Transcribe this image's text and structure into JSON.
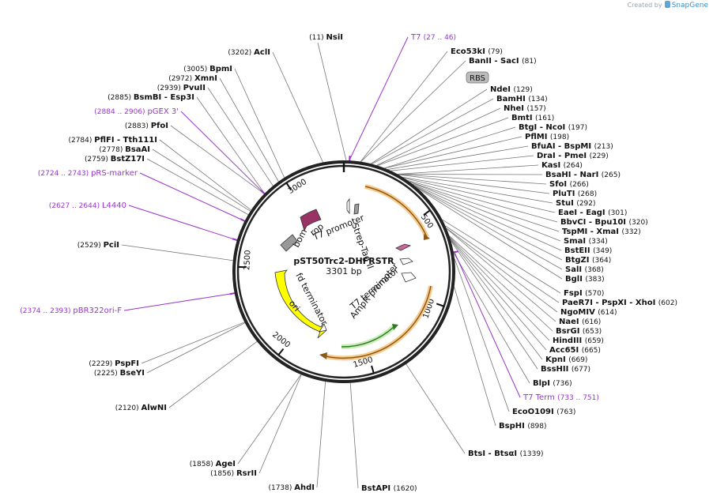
{
  "credit": {
    "prefix": "Created by",
    "brand": "SnapGene"
  },
  "plasmid": {
    "name": "pST50Trc2-DHFRSTR",
    "size_label": "3301 bp",
    "length": 3301,
    "ticks": [
      {
        "bp": 500,
        "label": "500"
      },
      {
        "bp": 1000,
        "label": "1000"
      },
      {
        "bp": 1500,
        "label": "1500"
      },
      {
        "bp": 2000,
        "label": "2000"
      },
      {
        "bp": 2500,
        "label": "2500"
      },
      {
        "bp": 3000,
        "label": "3000"
      }
    ]
  },
  "features": {
    "colors": {
      "orange": "#f2a33a",
      "green": "#70bf4c",
      "yellow": "#ffff00",
      "maroon": "#993366",
      "gray": "#999999",
      "pink": "#cc6699",
      "white": "#ffffff"
    },
    "items": [
      {
        "name": "Strep-Tag II",
        "label": "Strep-Tag II"
      },
      {
        "name": "T7 promoter",
        "label": "T7 promoter"
      },
      {
        "name": "bom",
        "label": "bom"
      },
      {
        "name": "rop",
        "label": "rop"
      },
      {
        "name": "fd terminator",
        "label": "fd terminator"
      },
      {
        "name": "ori",
        "label": "ori"
      },
      {
        "name": "T7 terminator",
        "label": "T7 terminator"
      },
      {
        "name": "AmpR promoter",
        "label": "AmpR promoter"
      }
    ]
  },
  "enzymes": [
    {
      "name": "NsiI",
      "pos": "(11)"
    },
    {
      "name": "Eco53kI",
      "pos": "(79)"
    },
    {
      "name": "BanII - SacI",
      "pos": "(81)"
    },
    {
      "name": "NdeI",
      "pos": "(129)"
    },
    {
      "name": "BamHI",
      "pos": "(134)"
    },
    {
      "name": "NheI",
      "pos": "(157)"
    },
    {
      "name": "BmtI",
      "pos": "(161)"
    },
    {
      "name": "BtgI - NcoI",
      "pos": "(197)"
    },
    {
      "name": "PflMI",
      "pos": "(198)"
    },
    {
      "name": "BfuAI - BspMI",
      "pos": "(213)"
    },
    {
      "name": "DraI - PmeI",
      "pos": "(229)"
    },
    {
      "name": "KasI",
      "pos": "(264)"
    },
    {
      "name": "BsaHI - NarI",
      "pos": "(265)"
    },
    {
      "name": "SfoI",
      "pos": "(266)"
    },
    {
      "name": "PluTI",
      "pos": "(268)"
    },
    {
      "name": "StuI",
      "pos": "(292)"
    },
    {
      "name": "EaeI - EagI",
      "pos": "(301)"
    },
    {
      "name": "BbvCI - Bpu10I",
      "pos": "(320)"
    },
    {
      "name": "TspMI - XmaI",
      "pos": "(332)"
    },
    {
      "name": "SmaI",
      "pos": "(334)"
    },
    {
      "name": "BstEII",
      "pos": "(349)"
    },
    {
      "name": "BtgZI",
      "pos": "(364)"
    },
    {
      "name": "SalI",
      "pos": "(368)"
    },
    {
      "name": "BglI",
      "pos": "(383)"
    },
    {
      "name": "FspI",
      "pos": "(570)"
    },
    {
      "name": "PaeR7I - PspXI - XhoI",
      "pos": "(602)"
    },
    {
      "name": "NgoMIV",
      "pos": "(614)"
    },
    {
      "name": "NaeI",
      "pos": "(616)"
    },
    {
      "name": "BsrGI",
      "pos": "(653)"
    },
    {
      "name": "HindIII",
      "pos": "(659)"
    },
    {
      "name": "Acc65I",
      "pos": "(665)"
    },
    {
      "name": "KpnI",
      "pos": "(669)"
    },
    {
      "name": "BssHII",
      "pos": "(677)"
    },
    {
      "name": "BlpI",
      "pos": "(736)"
    },
    {
      "name": "EcoO109I",
      "pos": "(763)"
    },
    {
      "name": "BspHI",
      "pos": "(898)"
    },
    {
      "name": "BtsI - BtsαI",
      "pos": "(1339)"
    },
    {
      "name": "BstAPI",
      "pos": "(1620)"
    },
    {
      "name": "AhdI",
      "pos": "(1738)"
    },
    {
      "name": "AgeI",
      "pos": "(1858)"
    },
    {
      "name": "RsrII",
      "pos": "(1856)"
    },
    {
      "name": "AlwNI",
      "pos": "(2120)"
    },
    {
      "name": "PspFI",
      "pos": "(2229)"
    },
    {
      "name": "BseYI",
      "pos": "(2225)"
    },
    {
      "name": "PciI",
      "pos": "(2529)"
    },
    {
      "name": "BstZ17I",
      "pos": "(2759)"
    },
    {
      "name": "BsaAI",
      "pos": "(2778)"
    },
    {
      "name": "PflFI - Tth111I",
      "pos": "(2784)"
    },
    {
      "name": "PfoI",
      "pos": "(2883)"
    },
    {
      "name": "BsmBI - Esp3I",
      "pos": "(2885)"
    },
    {
      "name": "PvuII",
      "pos": "(2939)"
    },
    {
      "name": "XmnI",
      "pos": "(2972)"
    },
    {
      "name": "BpmI",
      "pos": "(3005)"
    },
    {
      "name": "AclI",
      "pos": "(3202)"
    }
  ],
  "primers": [
    {
      "name": "T7",
      "range": "(27 .. 46)"
    },
    {
      "name": "pGEX 3'",
      "range": "(2884 .. 2906)"
    },
    {
      "name": "pRS-marker",
      "range": "(2724 .. 2743)"
    },
    {
      "name": "L4440",
      "range": "(2627 .. 2644)"
    },
    {
      "name": "pBR322ori-F",
      "range": "(2374 .. 2393)"
    },
    {
      "name": "T7 Term",
      "range": "(733 .. 751)"
    }
  ],
  "rbs_label": "RBS",
  "primer_color": "#9933cc"
}
